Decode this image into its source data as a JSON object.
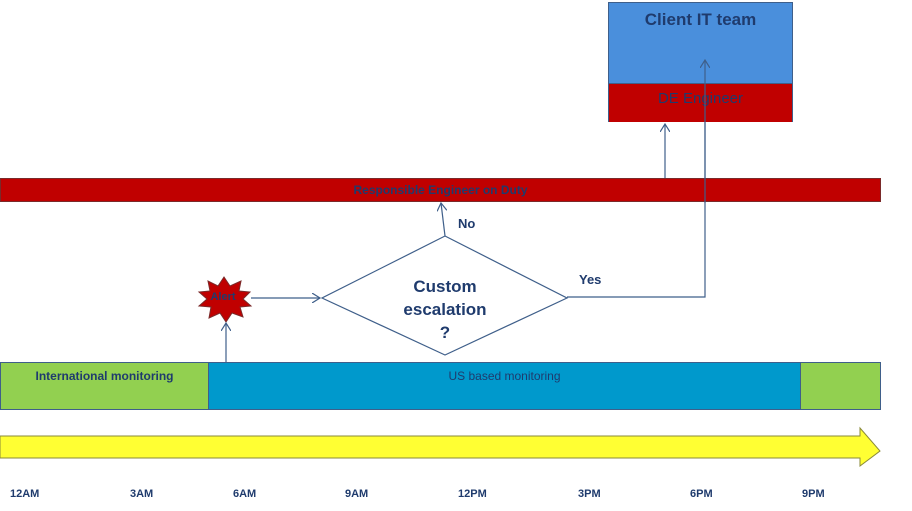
{
  "client_box": {
    "title": "Client IT team",
    "subtitle": "DE Engineer"
  },
  "responsible_bar": {
    "label": "Responsible Engineer on Duty"
  },
  "decision": {
    "line1": "Custom",
    "line2": "escalation",
    "line3": "?",
    "no_label": "No",
    "yes_label": "Yes"
  },
  "alert": {
    "label": "Alert"
  },
  "monitoring": {
    "international": "International monitoring",
    "us": "US based monitoring"
  },
  "timeline": [
    "12AM",
    "3AM",
    "6AM",
    "9AM",
    "12PM",
    "3PM",
    "6PM",
    "9PM"
  ],
  "colors": {
    "red": "#c00000",
    "blue": "#4a8fdc",
    "teal": "#0099cc",
    "green": "#92d050",
    "yellow": "#ffff33",
    "text": "#1f3b6d",
    "line": "#3f5f8a"
  }
}
